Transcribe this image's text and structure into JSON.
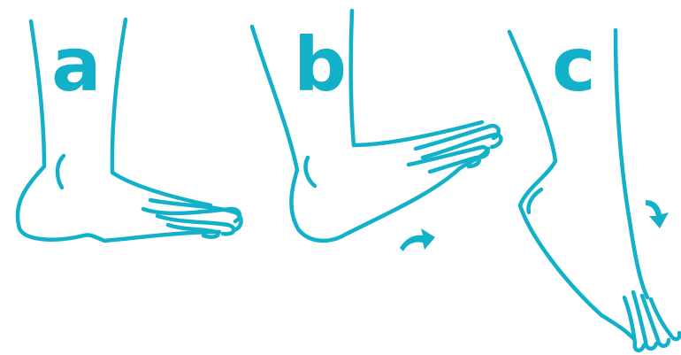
{
  "colors": {
    "line": "#13b1c9",
    "background": "#ffffff"
  },
  "panels": [
    {
      "label": "a",
      "pose": "neutral",
      "arrow": "none"
    },
    {
      "label": "b",
      "pose": "dorsiflexion",
      "arrow": "curved-arrow-up"
    },
    {
      "label": "c",
      "pose": "plantarflexion",
      "arrow": "curved-arrow-down"
    }
  ]
}
